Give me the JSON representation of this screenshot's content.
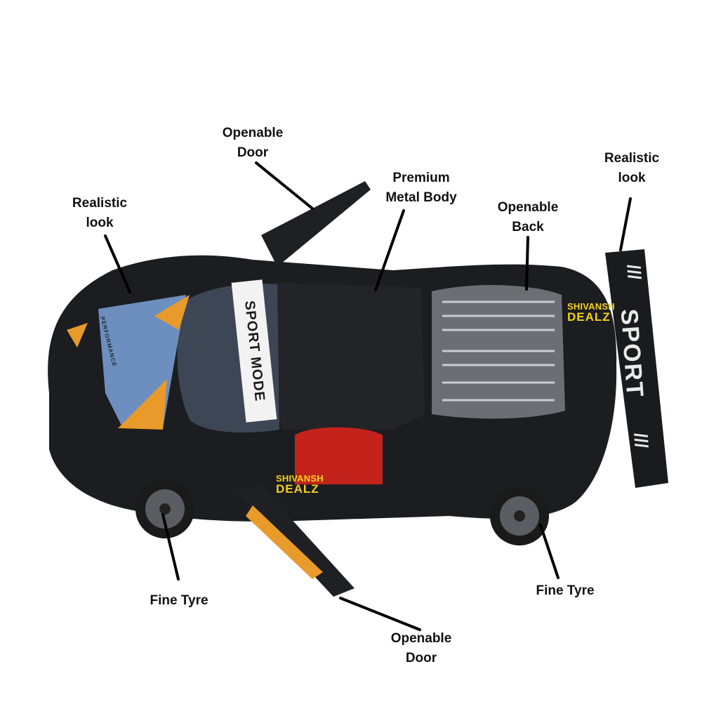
{
  "callouts": {
    "openable_door_top": [
      "Openable",
      "Door"
    ],
    "realistic_look_left": [
      "Realistic",
      "look"
    ],
    "premium_metal_body": [
      "Premium",
      "Metal Body"
    ],
    "openable_back": [
      "Openable",
      "Back"
    ],
    "realistic_look_right": [
      "Realistic",
      "look"
    ],
    "fine_tyre_left": "Fine Tyre",
    "fine_tyre_right": "Fine Tyre",
    "openable_door_bottom": [
      "Openable",
      "Door"
    ]
  },
  "car_text": {
    "windshield_banner": "SPORT MODE",
    "hood_decal": "PERFORMANCE",
    "wing_text": "SPORT",
    "wing_slashes": "///"
  },
  "watermark": {
    "line1": "SHIVANSH",
    "line2": "DEALZ"
  },
  "colors": {
    "body": "#1c1d20",
    "accent_orange": "#e89a2a",
    "accent_blue": "#6d8fbf",
    "seat_red": "#c4231c",
    "watermark_yellow": "#f5d21a"
  }
}
